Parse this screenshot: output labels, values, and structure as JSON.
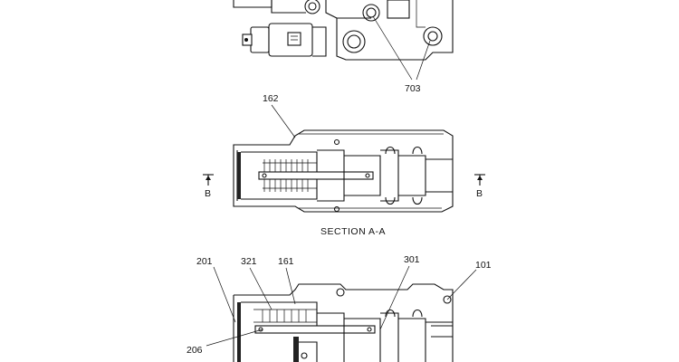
{
  "callouts": {
    "c703": "703",
    "c162": "162",
    "c201": "201",
    "c321": "321",
    "c161": "161",
    "c301": "301",
    "c101": "101",
    "c206": "206"
  },
  "section_caption": "SECTION  A-A",
  "section_markers": {
    "left": "B",
    "right": "B"
  }
}
